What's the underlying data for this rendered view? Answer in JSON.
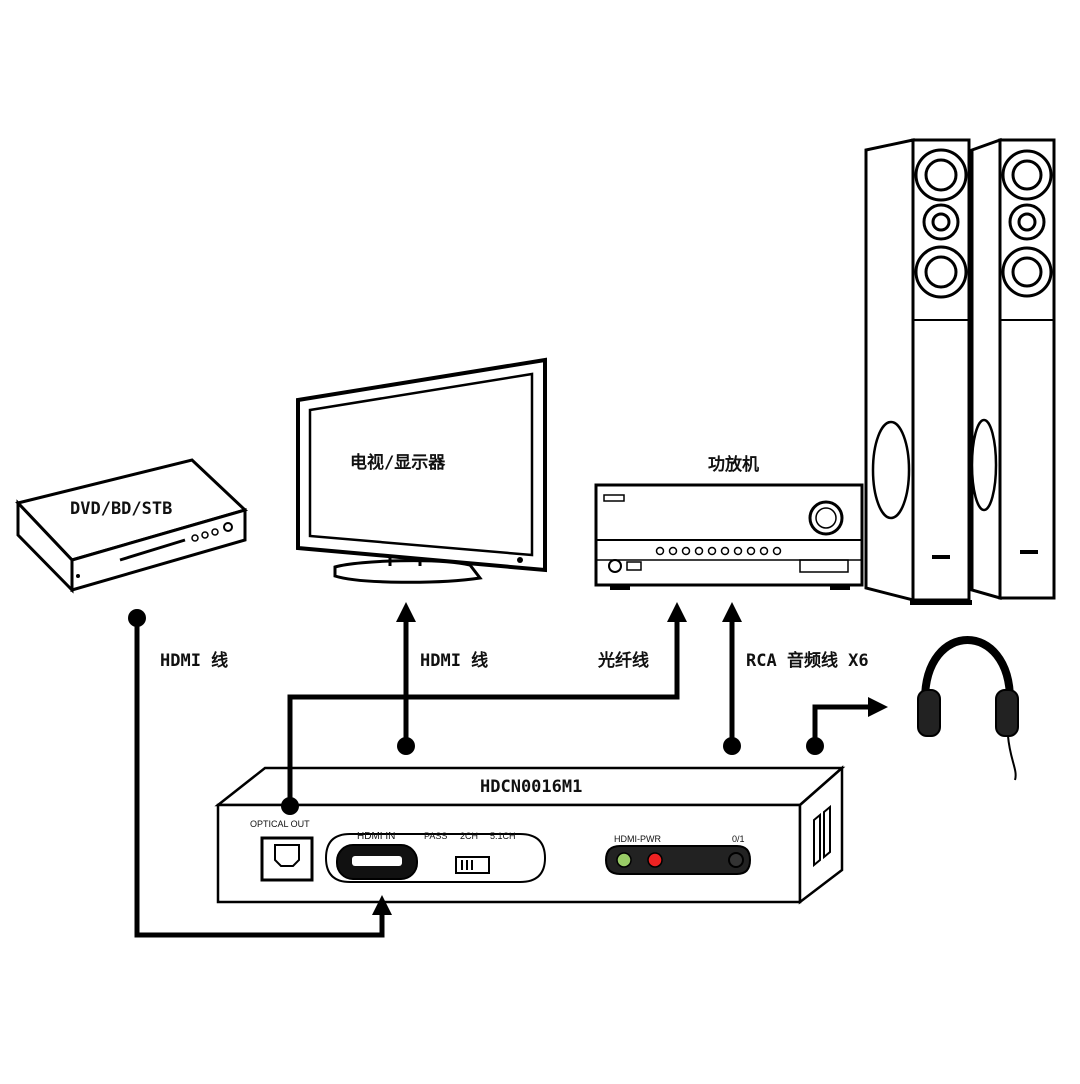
{
  "devices": {
    "source": {
      "label": "DVD/BD/STB"
    },
    "tv": {
      "label": "电视/显示器"
    },
    "amplifier": {
      "label": "功放机"
    },
    "converter": {
      "model": "HDCN0016M1",
      "optical_out": "OPTICAL OUT",
      "hdmi_in": "HDMI IN",
      "pass": "PASS",
      "ch2": "2CH",
      "ch51": "5.1CH",
      "hdmi_pwr": "HDMI-PWR",
      "switch_01": "0/1"
    }
  },
  "cables": {
    "source_hdmi": "HDMI 线",
    "tv_hdmi": "HDMI 线",
    "optical": "光纤线",
    "rca": "RCA 音频线 X6"
  }
}
